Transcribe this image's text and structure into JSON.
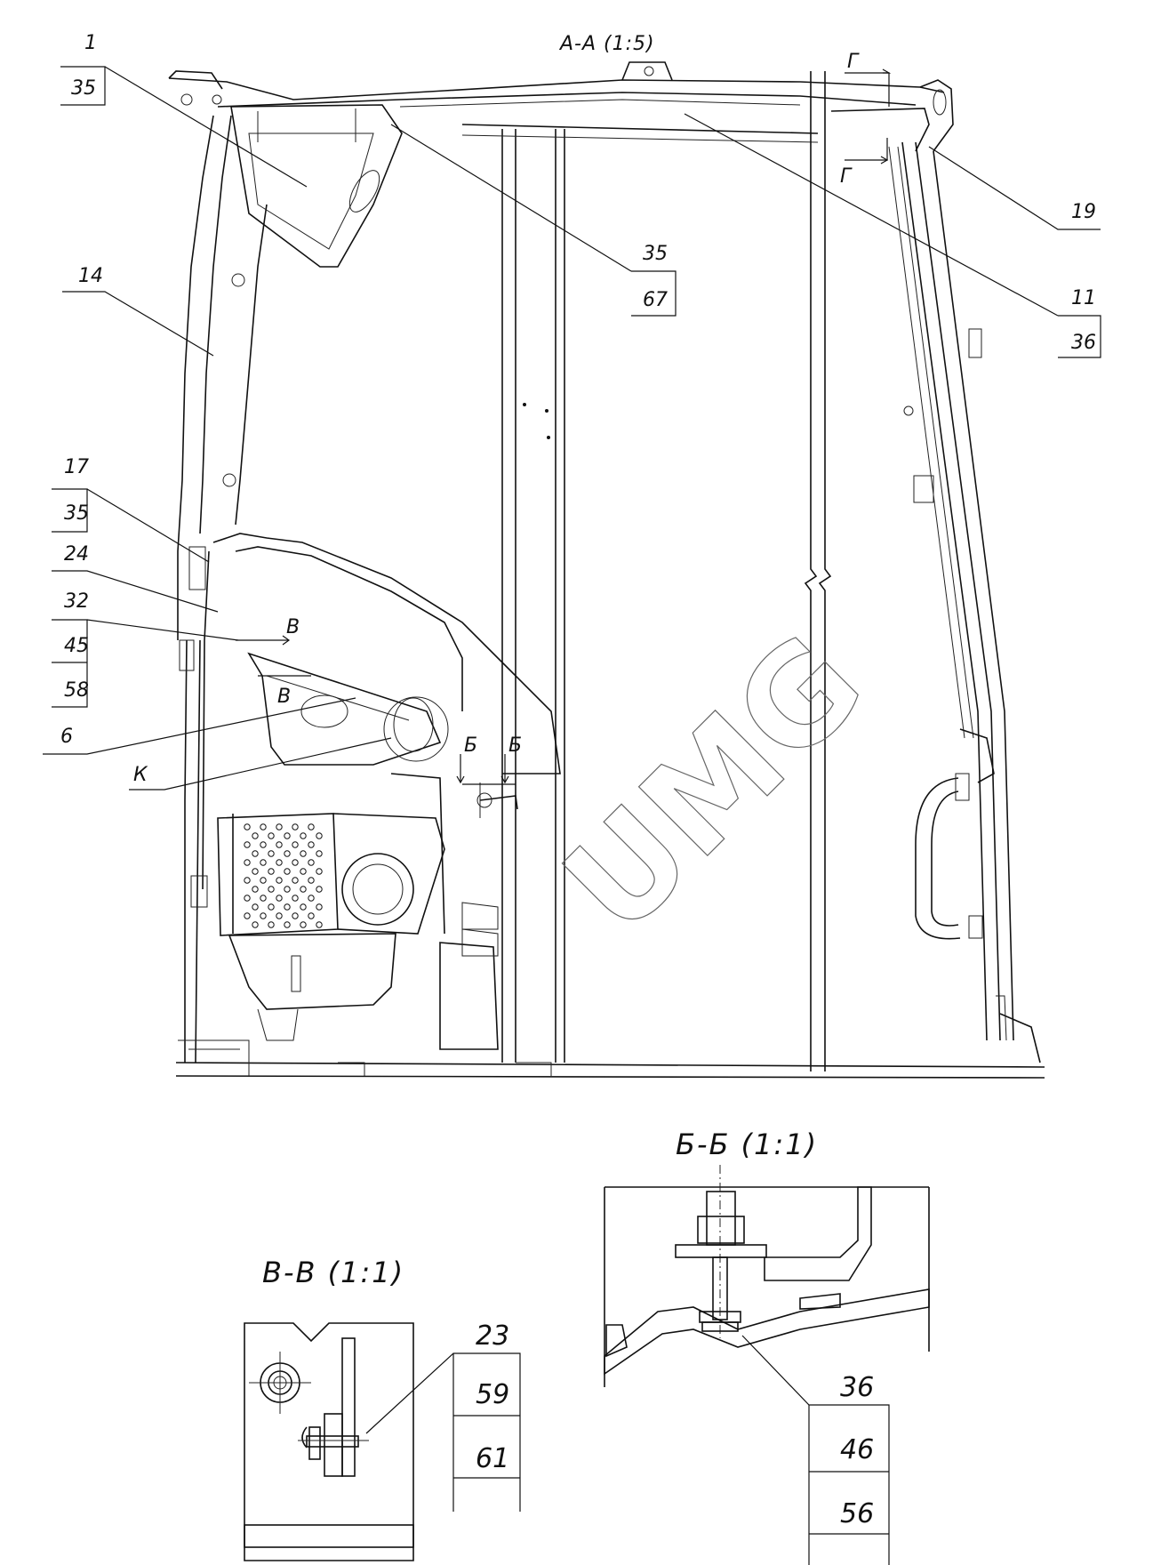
{
  "views": {
    "main_title": "А-А (1:5)",
    "bb_title": "Б-Б (1:1)",
    "vv_title": "В-В (1:1)"
  },
  "section_marks": {
    "g_top": "Г",
    "g_bottom": "Г",
    "v_top": "В",
    "v_bottom": "В",
    "b_left": "Б",
    "b_right": "Б",
    "k": "К"
  },
  "callouts": {
    "c1": {
      "top": "1",
      "bottom": "35"
    },
    "c14": {
      "top": "14"
    },
    "c17": {
      "top": "17",
      "bottom": "35"
    },
    "c24": {
      "top": "24"
    },
    "c32": {
      "top": "32",
      "mid": "45",
      "bottom": "58"
    },
    "c6": {
      "top": "6"
    },
    "c35": {
      "top": "35",
      "bottom": "67"
    },
    "c11": {
      "top": "11",
      "bottom": "36"
    },
    "c19": {
      "top": "19"
    },
    "c23": {
      "top": "23",
      "mid": "59",
      "bottom": "61"
    },
    "c36": {
      "top": "36",
      "mid": "46",
      "bottom": "56"
    }
  },
  "watermark": "UMG"
}
